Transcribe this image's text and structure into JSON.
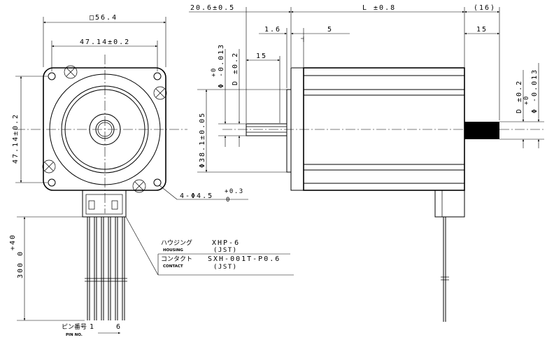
{
  "dims": {
    "square_size": "□56.4",
    "hole_pitch_h": "47.14±0.2",
    "hole_pitch_v": "47.14±0.2",
    "flange_dia": "Φ38.1±0.05",
    "hole_spec_main": "4-Φ4.5",
    "hole_tol_plus": "+0.3",
    "hole_tol_zero": "0",
    "front_shaft_length": "20.6±0.5",
    "body_length": "L ±0.8",
    "rear_extension": "(16)",
    "rear_shaft_length": "15",
    "flange_thickness": "1.6",
    "flange_to_body": "5",
    "front_shaft_flat": "15",
    "front_shaft_dia_d": "D ±0.2",
    "front_shaft_dia_phi": "Φ -0.013",
    "front_shaft_dia_plus": "+0",
    "rear_shaft_dia_d": "D ±0.2",
    "rear_shaft_dia_phi": "Φ -0.013",
    "rear_shaft_dia_plus": "+0",
    "lead_length_plus": "+40",
    "lead_length_main": "300  0"
  },
  "notes": {
    "housing_jp": "ハウジング",
    "housing_en": "HOUSING",
    "housing_part": "XHP-6",
    "housing_maker": "(JST)",
    "contact_jp": "コンタクト",
    "contact_en": "CONTACT",
    "contact_part": "SXH-001T-P0.6",
    "contact_maker": "(JST)",
    "pin_label_jp": "ピン番号",
    "pin_label_en": "PIN NO.",
    "pin_first": "1",
    "pin_last": "6"
  }
}
